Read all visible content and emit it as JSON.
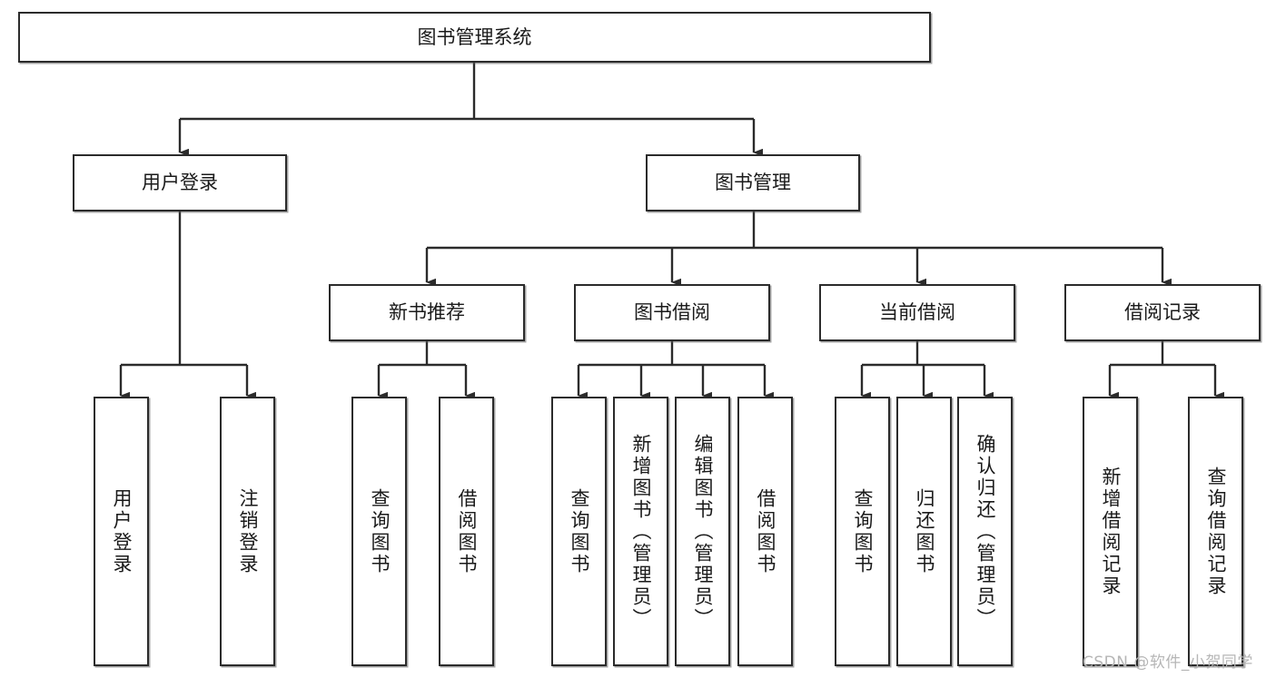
{
  "diagram": {
    "type": "tree-hierarchy",
    "title": "图书管理系统",
    "watermark": "CSDN @软件_小贺同学",
    "colors": {
      "node_border": "#2b2b2b",
      "node_fill": "#ffffff",
      "edge": "#2b2b2b",
      "text": "#1a1a1a",
      "watermark": "#b6b6b6"
    },
    "nodes": {
      "root": {
        "label": "图书管理系统"
      },
      "level2": [
        {
          "label": "用户登录"
        },
        {
          "label": "图书管理"
        }
      ],
      "level3": [
        {
          "label": "新书推荐"
        },
        {
          "label": "图书借阅"
        },
        {
          "label": "当前借阅"
        },
        {
          "label": "借阅记录"
        }
      ],
      "leaves": {
        "user_login": [
          {
            "label": "用户登录"
          },
          {
            "label": "注销登录"
          }
        ],
        "new_book_recommend": [
          {
            "label": "查询图书"
          },
          {
            "label": "借阅图书"
          }
        ],
        "book_borrow": [
          {
            "label": "查询图书"
          },
          {
            "label": "新增图书（管理员）"
          },
          {
            "label": "编辑图书（管理员）"
          },
          {
            "label": "借阅图书"
          }
        ],
        "current_borrow": [
          {
            "label": "查询图书"
          },
          {
            "label": "归还图书"
          },
          {
            "label": "确认归还（管理员）"
          }
        ],
        "borrow_record": [
          {
            "label": "新增借阅记录"
          },
          {
            "label": "查询借阅记录"
          }
        ]
      }
    }
  }
}
